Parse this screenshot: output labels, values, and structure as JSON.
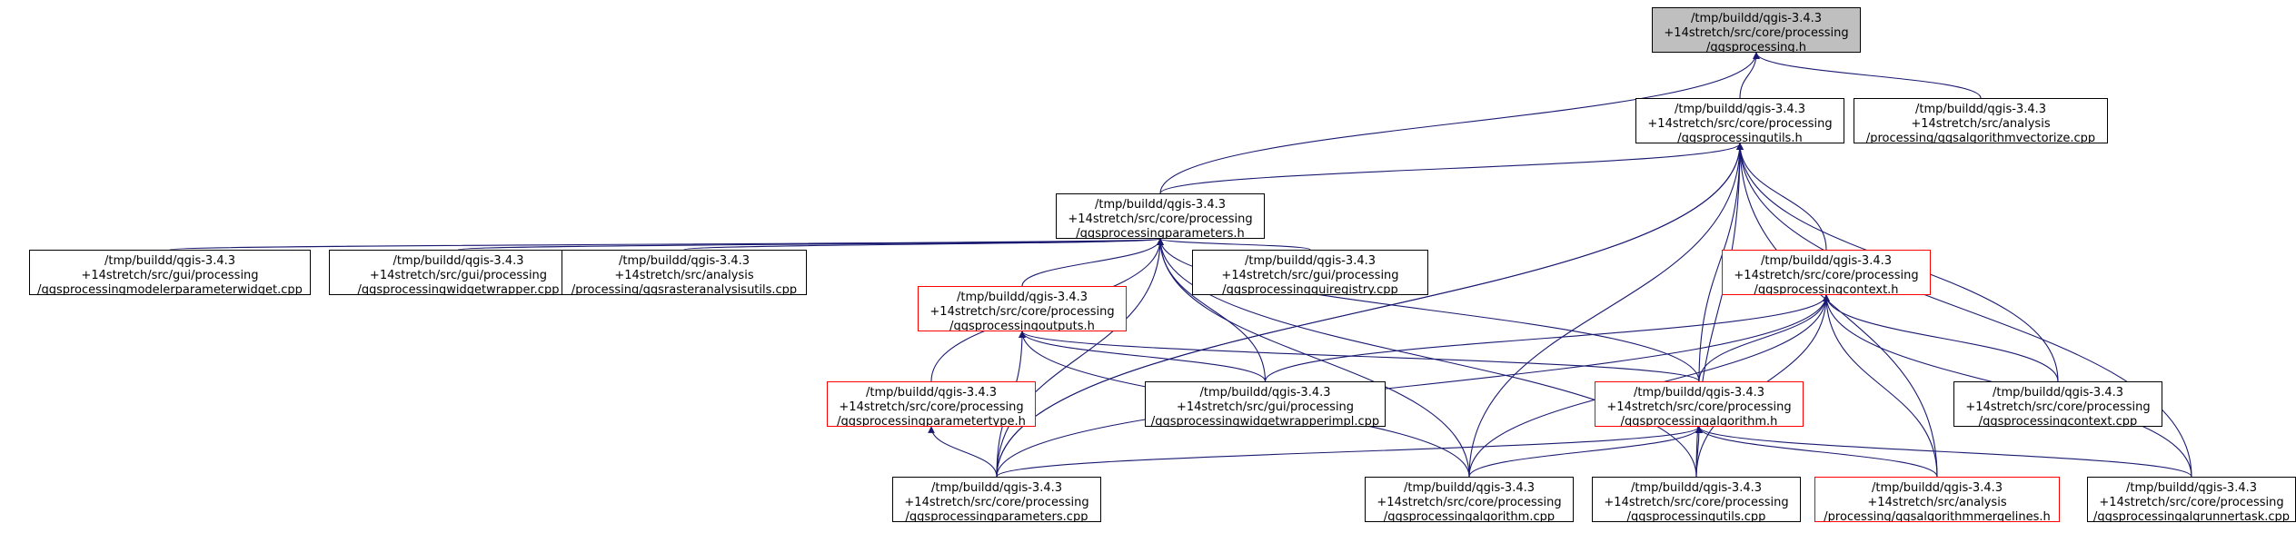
{
  "colors": {
    "edge": "#191970",
    "border": "#000000",
    "highlight_border": "#ff0000",
    "root_fill": "#bfbfbf"
  },
  "nodes": [
    {
      "id": "n_root",
      "lines": [
        "/tmp/buildd/qgis-3.4.3",
        "+14stretch/src/core/processing",
        "/qgsprocessing.h"
      ],
      "style": "root"
    },
    {
      "id": "n_utils_h",
      "lines": [
        "/tmp/buildd/qgis-3.4.3",
        "+14stretch/src/core/processing",
        "/qgsprocessingutils.h"
      ],
      "style": "normal"
    },
    {
      "id": "n_vectorize",
      "lines": [
        "/tmp/buildd/qgis-3.4.3",
        "+14stretch/src/analysis",
        "/processing/qgsalgorithmvectorize.cpp"
      ],
      "style": "normal"
    },
    {
      "id": "n_params_h",
      "lines": [
        "/tmp/buildd/qgis-3.4.3",
        "+14stretch/src/core/processing",
        "/qgsprocessingparameters.h"
      ],
      "style": "normal"
    },
    {
      "id": "n_modelerwidget",
      "lines": [
        "/tmp/buildd/qgis-3.4.3",
        "+14stretch/src/gui/processing",
        "/qgsprocessingmodelerparameterwidget.cpp"
      ],
      "style": "normal"
    },
    {
      "id": "n_widgetwrapper",
      "lines": [
        "/tmp/buildd/qgis-3.4.3",
        "+14stretch/src/gui/processing",
        "/qgsprocessingwidgetwrapper.cpp"
      ],
      "style": "normal"
    },
    {
      "id": "n_rasterutils",
      "lines": [
        "/tmp/buildd/qgis-3.4.3",
        "+14stretch/src/analysis",
        "/processing/qgsrasteranalysisutils.cpp"
      ],
      "style": "normal"
    },
    {
      "id": "n_outputs_h",
      "lines": [
        "/tmp/buildd/qgis-3.4.3",
        "+14stretch/src/core/processing",
        "/qgsprocessingoutputs.h"
      ],
      "style": "red"
    },
    {
      "id": "n_guiregistry",
      "lines": [
        "/tmp/buildd/qgis-3.4.3",
        "+14stretch/src/gui/processing",
        "/qgsprocessingguiregistry.cpp"
      ],
      "style": "normal"
    },
    {
      "id": "n_context_h",
      "lines": [
        "/tmp/buildd/qgis-3.4.3",
        "+14stretch/src/core/processing",
        "/qgsprocessingcontext.h"
      ],
      "style": "red"
    },
    {
      "id": "n_paramtype_h",
      "lines": [
        "/tmp/buildd/qgis-3.4.3",
        "+14stretch/src/core/processing",
        "/qgsprocessingparametertype.h"
      ],
      "style": "red"
    },
    {
      "id": "n_wrapperimpl",
      "lines": [
        "/tmp/buildd/qgis-3.4.3",
        "+14stretch/src/gui/processing",
        "/qgsprocessingwidgetwrapperimpl.cpp"
      ],
      "style": "normal"
    },
    {
      "id": "n_algorithm_h",
      "lines": [
        "/tmp/buildd/qgis-3.4.3",
        "+14stretch/src/core/processing",
        "/qgsprocessingalgorithm.h"
      ],
      "style": "red"
    },
    {
      "id": "n_context_cpp",
      "lines": [
        "/tmp/buildd/qgis-3.4.3",
        "+14stretch/src/core/processing",
        "/qgsprocessingcontext.cpp"
      ],
      "style": "normal"
    },
    {
      "id": "n_params_cpp",
      "lines": [
        "/tmp/buildd/qgis-3.4.3",
        "+14stretch/src/core/processing",
        "/qgsprocessingparameters.cpp"
      ],
      "style": "normal"
    },
    {
      "id": "n_algorithm_cpp",
      "lines": [
        "/tmp/buildd/qgis-3.4.3",
        "+14stretch/src/core/processing",
        "/qgsprocessingalgorithm.cpp"
      ],
      "style": "normal"
    },
    {
      "id": "n_utils_cpp",
      "lines": [
        "/tmp/buildd/qgis-3.4.3",
        "+14stretch/src/core/processing",
        "/qgsprocessingutils.cpp"
      ],
      "style": "normal"
    },
    {
      "id": "n_mergelines",
      "lines": [
        "/tmp/buildd/qgis-3.4.3",
        "+14stretch/src/analysis",
        "/processing/qgsalgorithmmergelines.h"
      ],
      "style": "red"
    },
    {
      "id": "n_runnertask",
      "lines": [
        "/tmp/buildd/qgis-3.4.3",
        "+14stretch/src/core/processing",
        "/qgsprocessingalgrunnertask.cpp"
      ],
      "style": "normal"
    }
  ],
  "edges": [
    [
      "n_utils_h",
      "n_root"
    ],
    [
      "n_vectorize",
      "n_root"
    ],
    [
      "n_params_h",
      "n_root"
    ],
    [
      "n_params_h",
      "n_utils_h"
    ],
    [
      "n_params_cpp",
      "n_utils_h"
    ],
    [
      "n_modelerwidget",
      "n_params_h"
    ],
    [
      "n_widgetwrapper",
      "n_params_h"
    ],
    [
      "n_rasterutils",
      "n_params_h"
    ],
    [
      "n_outputs_h",
      "n_params_h"
    ],
    [
      "n_guiregistry",
      "n_params_h"
    ],
    [
      "n_paramtype_h",
      "n_params_h"
    ],
    [
      "n_wrapperimpl",
      "n_params_h"
    ],
    [
      "n_algorithm_h",
      "n_params_h"
    ],
    [
      "n_params_cpp",
      "n_params_h"
    ],
    [
      "n_algorithm_cpp",
      "n_params_h"
    ],
    [
      "n_utils_cpp",
      "n_params_h"
    ],
    [
      "n_context_h",
      "n_utils_h"
    ],
    [
      "n_algorithm_h",
      "n_utils_h"
    ],
    [
      "n_context_cpp",
      "n_utils_h"
    ],
    [
      "n_params_cpp",
      "n_utils_h"
    ],
    [
      "n_algorithm_cpp",
      "n_utils_h"
    ],
    [
      "n_utils_cpp",
      "n_utils_h"
    ],
    [
      "n_runnertask",
      "n_utils_h"
    ],
    [
      "n_mergelines",
      "n_utils_h"
    ],
    [
      "n_params_cpp",
      "n_paramtype_h"
    ],
    [
      "n_params_cpp",
      "n_outputs_h"
    ],
    [
      "n_wrapperimpl",
      "n_outputs_h"
    ],
    [
      "n_algorithm_h",
      "n_outputs_h"
    ],
    [
      "n_algorithm_cpp",
      "n_outputs_h"
    ],
    [
      "n_wrapperimpl",
      "n_context_h"
    ],
    [
      "n_algorithm_h",
      "n_context_h"
    ],
    [
      "n_context_cpp",
      "n_context_h"
    ],
    [
      "n_params_cpp",
      "n_context_h"
    ],
    [
      "n_utils_cpp",
      "n_context_h"
    ],
    [
      "n_runnertask",
      "n_context_h"
    ],
    [
      "n_mergelines",
      "n_context_h"
    ],
    [
      "n_algorithm_cpp",
      "n_context_h"
    ],
    [
      "n_params_cpp",
      "n_algorithm_h"
    ],
    [
      "n_algorithm_cpp",
      "n_algorithm_h"
    ],
    [
      "n_utils_cpp",
      "n_algorithm_h"
    ],
    [
      "n_mergelines",
      "n_algorithm_h"
    ],
    [
      "n_runnertask",
      "n_algorithm_h"
    ]
  ]
}
